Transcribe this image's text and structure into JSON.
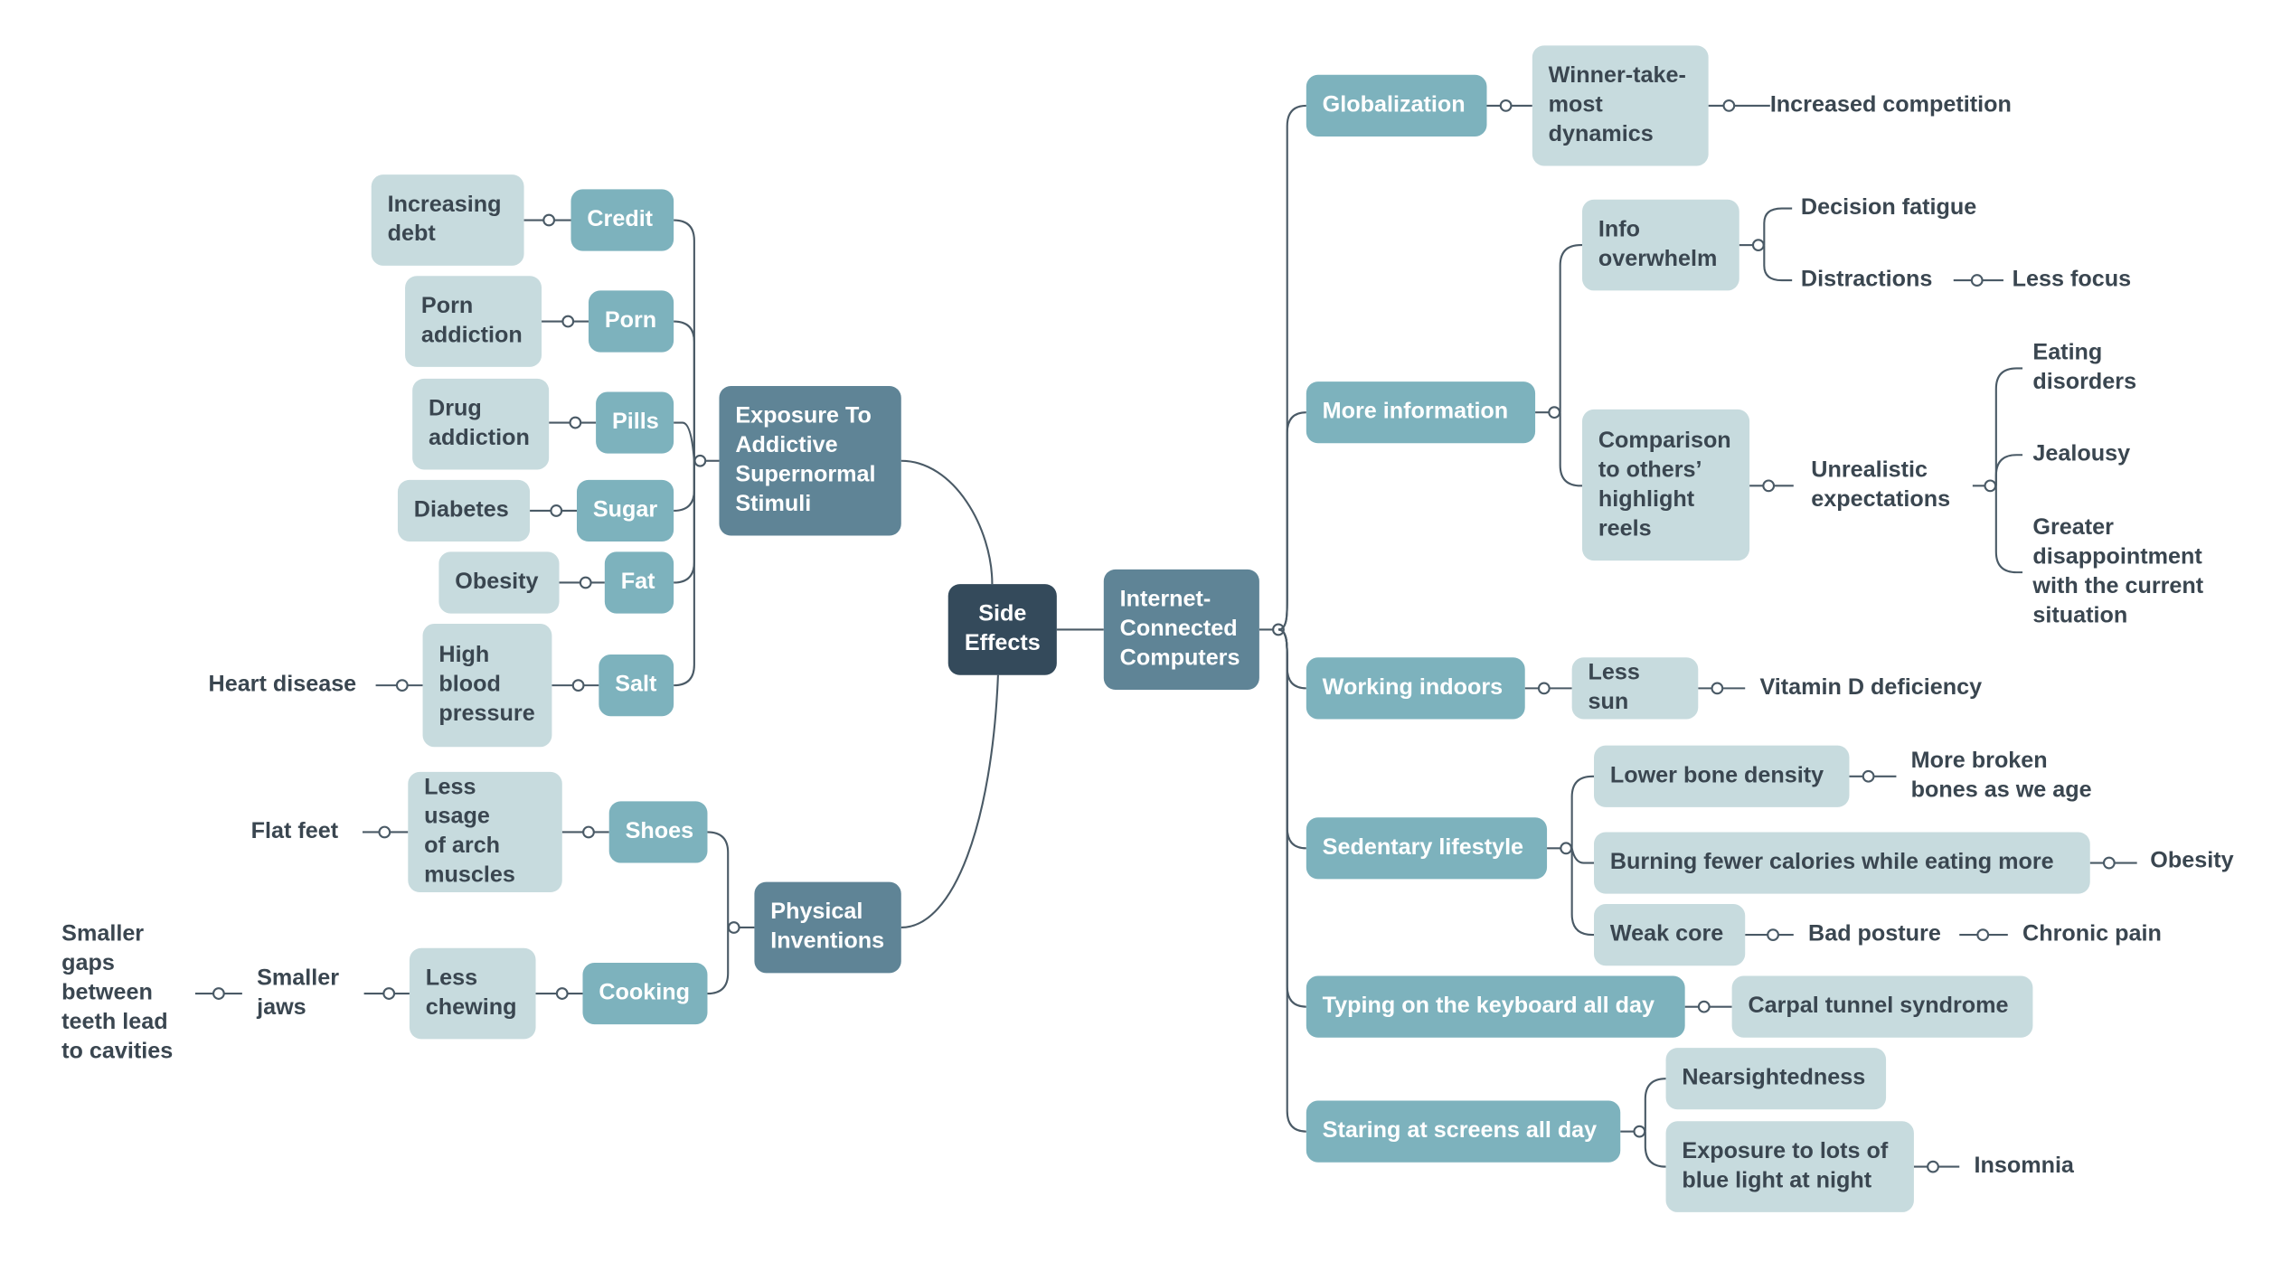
{
  "root": {
    "label": "Side\nEffects"
  },
  "internet": {
    "label": "Internet-\nConnected\nComputers",
    "globalization": {
      "label": "Globalization",
      "winner": "Winner-take-\nmost\ndynamics",
      "competition": "Increased competition"
    },
    "more_information": {
      "label": "More information",
      "info_overwhelm": "Info\noverwhelm",
      "decision_fatigue": "Decision fatigue",
      "distractions": "Distractions",
      "less_focus": "Less focus",
      "comparison": "Comparison\nto others’\nhighlight\nreels",
      "unrealistic": "Unrealistic\nexpectations",
      "eating_disorders": "Eating\ndisorders",
      "jealousy": "Jealousy",
      "disappointment": "Greater\ndisappointment\nwith the current\nsituation"
    },
    "working_indoors": {
      "label": "Working indoors",
      "less_sun": "Less sun",
      "vitamin_d": "Vitamin D deficiency"
    },
    "sedentary": {
      "label": "Sedentary lifestyle",
      "bone_density": "Lower bone density",
      "broken_bones": "More broken\nbones as we age",
      "calories": "Burning fewer calories while eating more",
      "obesity": "Obesity",
      "weak_core": "Weak core",
      "bad_posture": "Bad posture",
      "chronic_pain": "Chronic pain"
    },
    "typing": {
      "label": "Typing on the keyboard all day",
      "carpal": "Carpal tunnel syndrome"
    },
    "screens": {
      "label": "Staring at screens all day",
      "nearsightedness": "Nearsightedness",
      "blue_light": "Exposure to lots of\nblue light at night",
      "insomnia": "Insomnia"
    }
  },
  "stimuli": {
    "label": "Exposure To\nAddictive\nSupernormal\nStimuli",
    "credit": {
      "label": "Credit",
      "effect": "Increasing\ndebt"
    },
    "porn": {
      "label": "Porn",
      "effect": "Porn\naddiction"
    },
    "pills": {
      "label": "Pills",
      "effect": "Drug\naddiction"
    },
    "sugar": {
      "label": "Sugar",
      "effect": "Diabetes"
    },
    "fat": {
      "label": "Fat",
      "effect": "Obesity"
    },
    "salt": {
      "label": "Salt",
      "effect": "High\nblood\npressure",
      "effect2": "Heart disease"
    }
  },
  "physical": {
    "label": "Physical\nInventions",
    "shoes": {
      "label": "Shoes",
      "effect": "Less usage\nof arch\nmuscles",
      "effect2": "Flat feet"
    },
    "cooking": {
      "label": "Cooking",
      "effect": "Less\nchewing",
      "effect2": "Smaller\njaws",
      "effect3": "Smaller\ngaps\nbetween\nteeth lead\nto cavities"
    }
  },
  "colors": {
    "root": "#344A5B",
    "main_topic": "#5F8496",
    "subtopic": "#7DB2BD",
    "leaf": "#C7DBDE",
    "text": "#3A4650",
    "line": "#4A5A66"
  }
}
